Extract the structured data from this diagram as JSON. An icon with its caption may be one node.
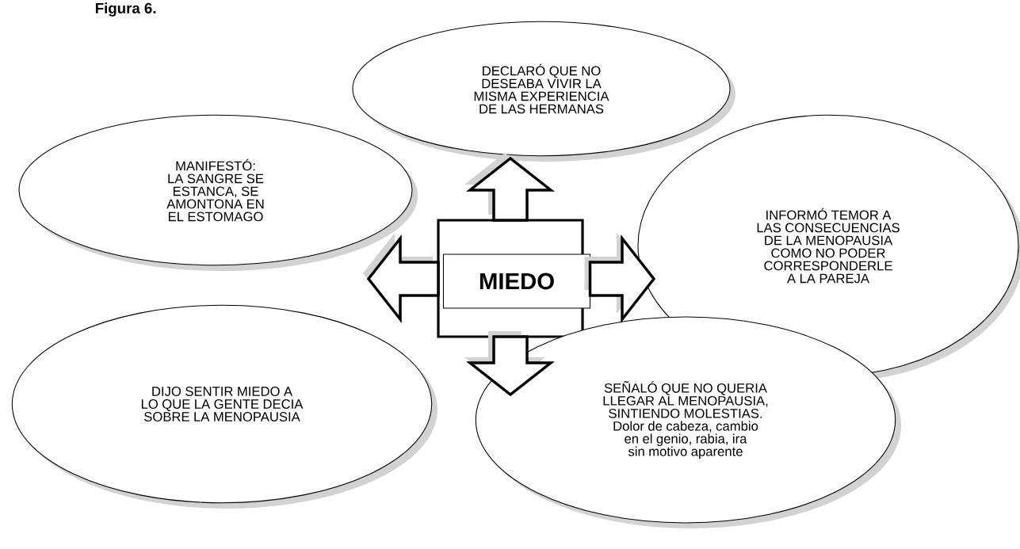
{
  "diagram": {
    "title": "Figura 6.",
    "nodes": [
      {
        "text": [
          "DECLARÓ QUE NO DESEABA VIVIR LA MISMA EXPERIENCIA DE LAS HERMANAS"
        ]
      },
      {
        "text": [
          "MANIFESTÓ: LA SANGRE SE ESTANCA, SE AMONTONA EN EL ESTOMAGO"
        ]
      },
      {
        "text": [
          "INFORMÓ TEMOR A LAS CONSECUENCIAS DE LA MENOPAUSIA COMO NO PODER CORRESPONDERLE A LA PAREJA"
        ]
      },
      {
        "text": [
          "MIEDO"
        ]
      },
      {
        "text": [
          "DIJO SENTIR MIEDO A LO QUE LA GENTE DECIA SOBRE LA MENOPAUSIA"
        ]
      },
      {
        "text": [
          "SEÑALÓ QUE NO QUERIA LLEGAR AL MENOPAUSIA, SINTIENDO MOLESTIAS. Dolor de cabeza, cambio en el genio, rabia, ira sin motivo aparente"
        ]
      }
    ],
    "edges": [
      {
        "from": 3,
        "to": 0,
        "arrow": "to"
      },
      {
        "from": 3,
        "to": 1,
        "arrow": "to"
      },
      {
        "from": 3,
        "to": 2,
        "arrow": "to"
      },
      {
        "from": 3,
        "to": null,
        "arrow": "to"
      }
    ]
  }
}
